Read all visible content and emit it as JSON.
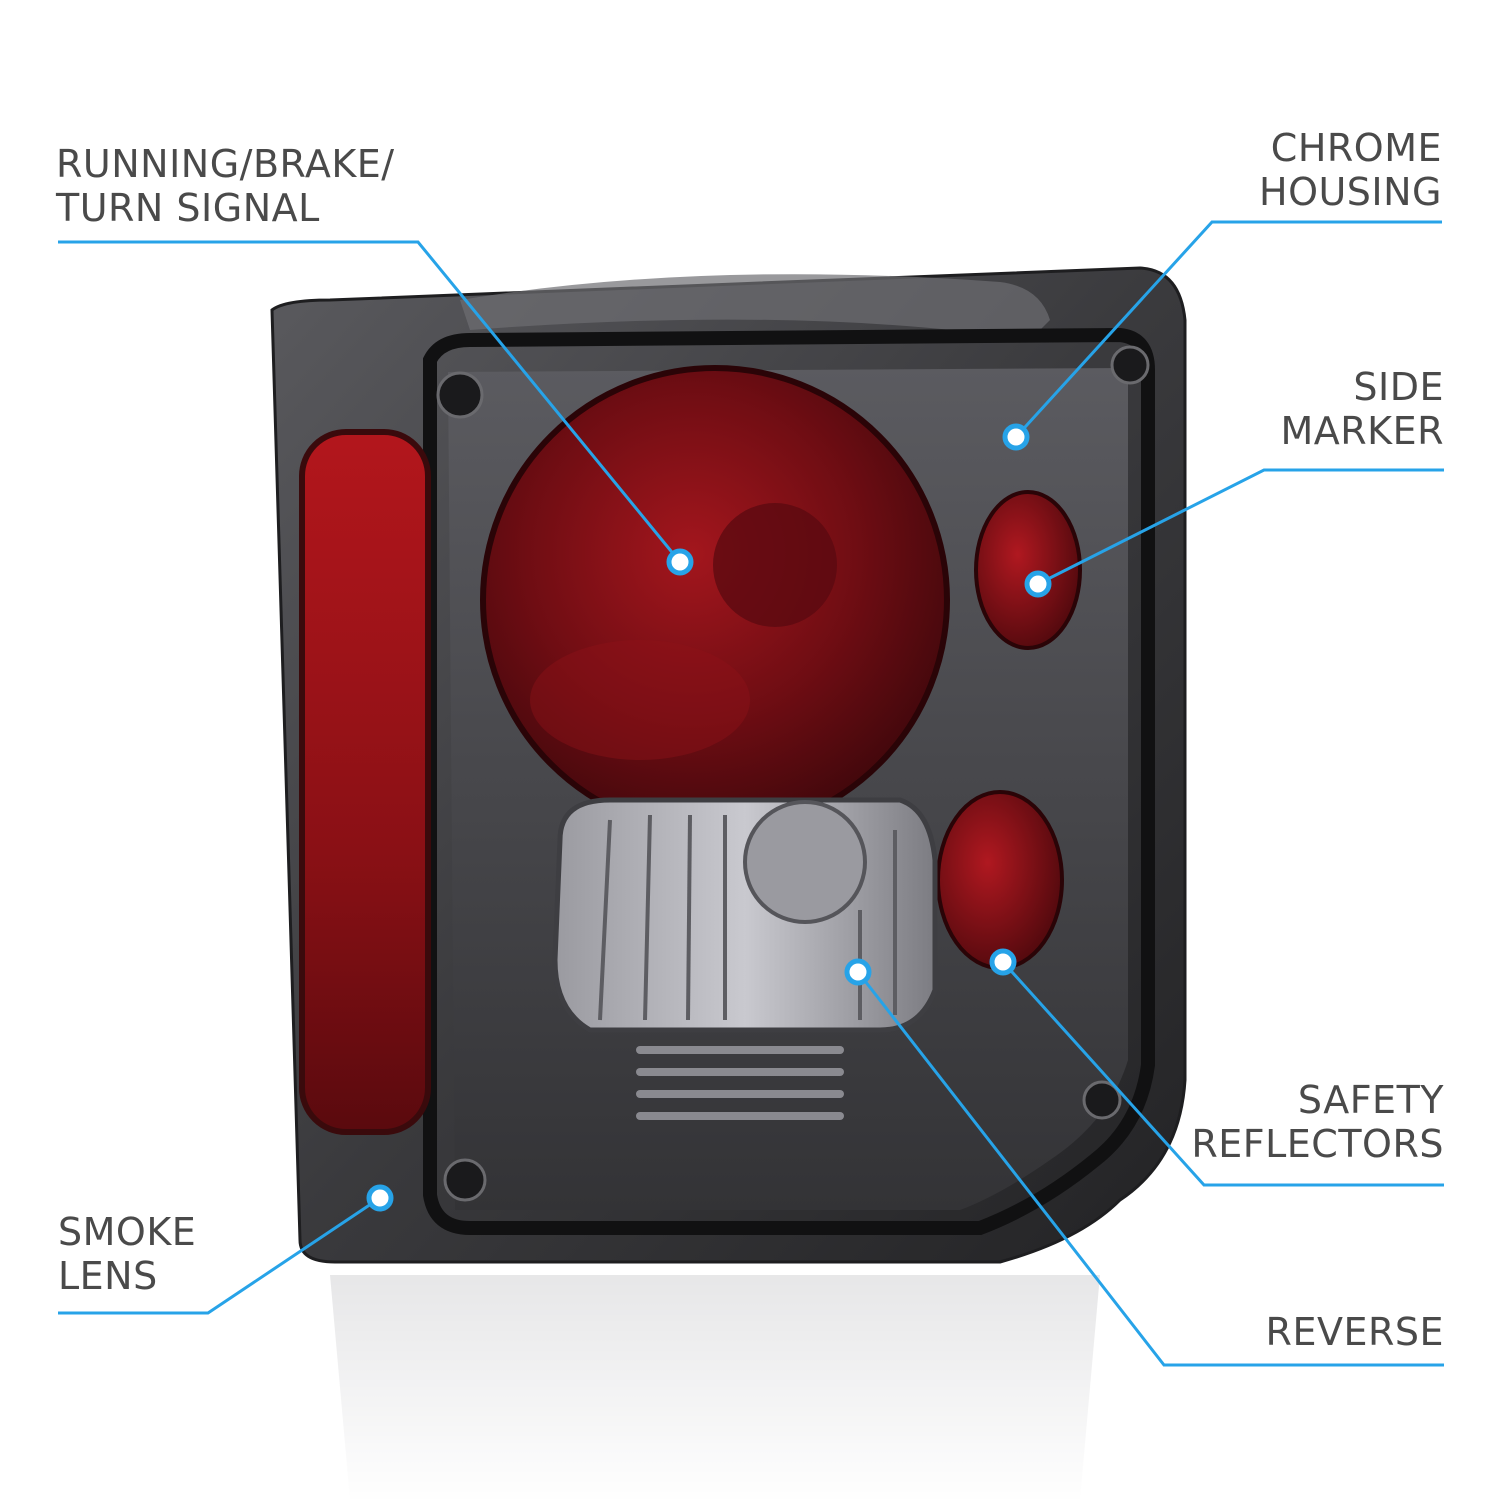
{
  "colors": {
    "leader": "#27a3e8",
    "label_text": "#4a4a4a",
    "dot_fill": "#ffffff",
    "lens_red": "#7a0c12",
    "smoke": "#3c3c3f",
    "background": "#ffffff"
  },
  "callouts": [
    {
      "id": "running-brake-turn-signal",
      "lines": [
        "RUNNING/BRAKE/",
        "TURN SIGNAL"
      ]
    },
    {
      "id": "chrome-housing",
      "lines": [
        "CHROME",
        "HOUSING"
      ]
    },
    {
      "id": "side-marker",
      "lines": [
        "SIDE",
        "MARKER"
      ]
    },
    {
      "id": "safety-reflectors",
      "lines": [
        "SAFETY",
        "REFLECTORS"
      ]
    },
    {
      "id": "smoke-lens",
      "lines": [
        "SMOKE",
        "LENS"
      ]
    },
    {
      "id": "reverse",
      "lines": [
        "REVERSE"
      ]
    }
  ]
}
